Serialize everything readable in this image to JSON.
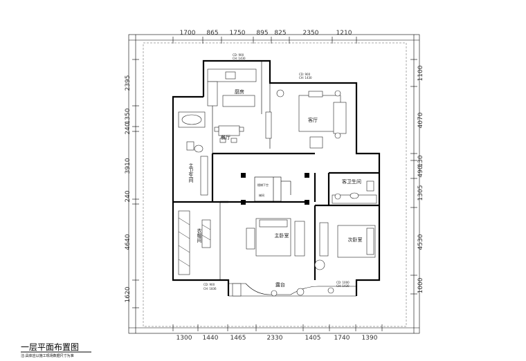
{
  "dimensions": {
    "top": [
      "1700",
      "865",
      "1750",
      "895",
      "825",
      "2350",
      "1210"
    ],
    "bottom": [
      "1300",
      "1440",
      "1465",
      "2330",
      "1405",
      "1740",
      "1390"
    ],
    "left": [
      "2395",
      "1350",
      "240",
      "3910",
      "240",
      "4640",
      "1620"
    ],
    "right": [
      "1100",
      "4070",
      "130",
      "490",
      "1305",
      "4530",
      "1000"
    ]
  },
  "rooms": {
    "kitchen": "厨房",
    "living": "客厅",
    "dining": "餐厅",
    "master_bath": "主卫生间",
    "guest_bath": "客卫生间",
    "stair": "楼梯下空",
    "stair_sub": "梯间",
    "wardrobe": "衣帽间",
    "master_bedroom": "主卧室",
    "second_bedroom": "次卧室",
    "balcony": "露台"
  },
  "openings": {
    "kitchen_cd": "CD: 900",
    "kitchen_ch": "CH: 1430",
    "living_cd": "CD: 900",
    "living_ch": "CH: 1430",
    "balcony_cd": "CD: 900",
    "balcony_ch": "CH: 1836",
    "second_cd": "CD: 1000",
    "second_ch": "CH: 1430"
  },
  "title": "一层平面布置图",
  "note": "注:具体应以施工现场数据尺寸为准"
}
